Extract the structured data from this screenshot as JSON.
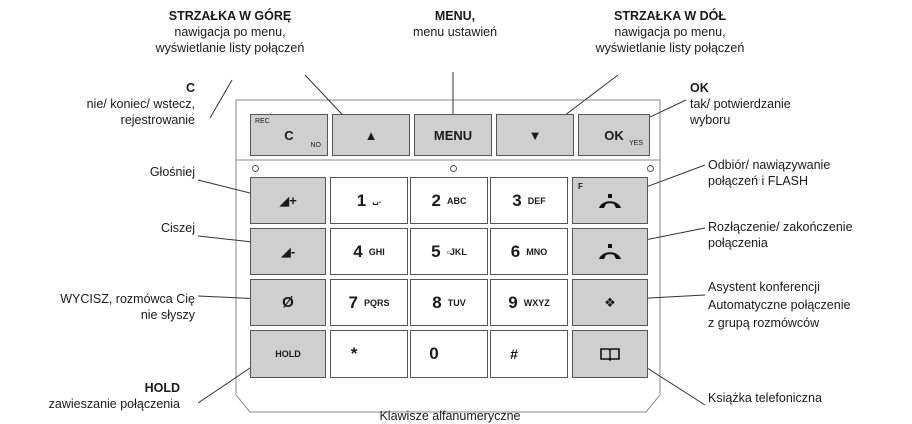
{
  "labels": {
    "up_title": "STRZAŁKA W GÓRĘ",
    "up_desc": "nawigacja po menu,\nwyświetlanie listy połączeń",
    "menu_title": "MENU,",
    "menu_desc": "menu ustawień",
    "down_title": "STRZAŁKA W DÓŁ",
    "down_desc": "nawigacja po menu,\nwyświetlanie listy połączeń",
    "c_title": "C",
    "c_desc": "nie/ koniec/ wstecz,\nrejestrowanie",
    "ok_title": "OK",
    "ok_desc": "tak/ potwierdzanie\nwyboru",
    "louder": "Głośniej",
    "pickup": "Odbiór/ nawiązywanie\npołączeń i FLASH",
    "quieter": "Ciszej",
    "hangup": "Rozłączenie/ zakończenie\npołączenia",
    "mute": "WYCISZ, rozmówca Cię\nnie słyszy",
    "conference": "Asystent konferencji\nAutomatyczne połączenie\nz grupą rozmówców",
    "hold_title": "HOLD",
    "hold_desc": "zawieszanie połączenia",
    "phonebook": "Książka telefoniczna",
    "alnum": "Klawisze alfanumeryczne"
  },
  "keys": {
    "c_rec": "REC",
    "c_main": "C",
    "c_no": "NO",
    "up": "▲",
    "menu": "MENU",
    "down": "▼",
    "ok": "OK",
    "ok_yes": "YES",
    "vol_up": "◢+",
    "vol_down": "◢-",
    "mute": "Ø",
    "hold": "HOLD",
    "flash_f": "F",
    "conf": "❖",
    "book": "🕮",
    "k1": "1",
    "k1l": "␣.",
    "k2": "2",
    "k2l": "ABC",
    "k3": "3",
    "k3l": "DEF",
    "k4": "4",
    "k4l": "GHI",
    "k5": "5",
    "k5l": "▫JKL",
    "k6": "6",
    "k6l": "MNO",
    "k7": "7",
    "k7l": "PQRS",
    "k8": "8",
    "k8l": "TUV",
    "k9": "9",
    "k9l": "WXYZ",
    "kstar": "*",
    "k0": "0",
    "khash": "#"
  }
}
